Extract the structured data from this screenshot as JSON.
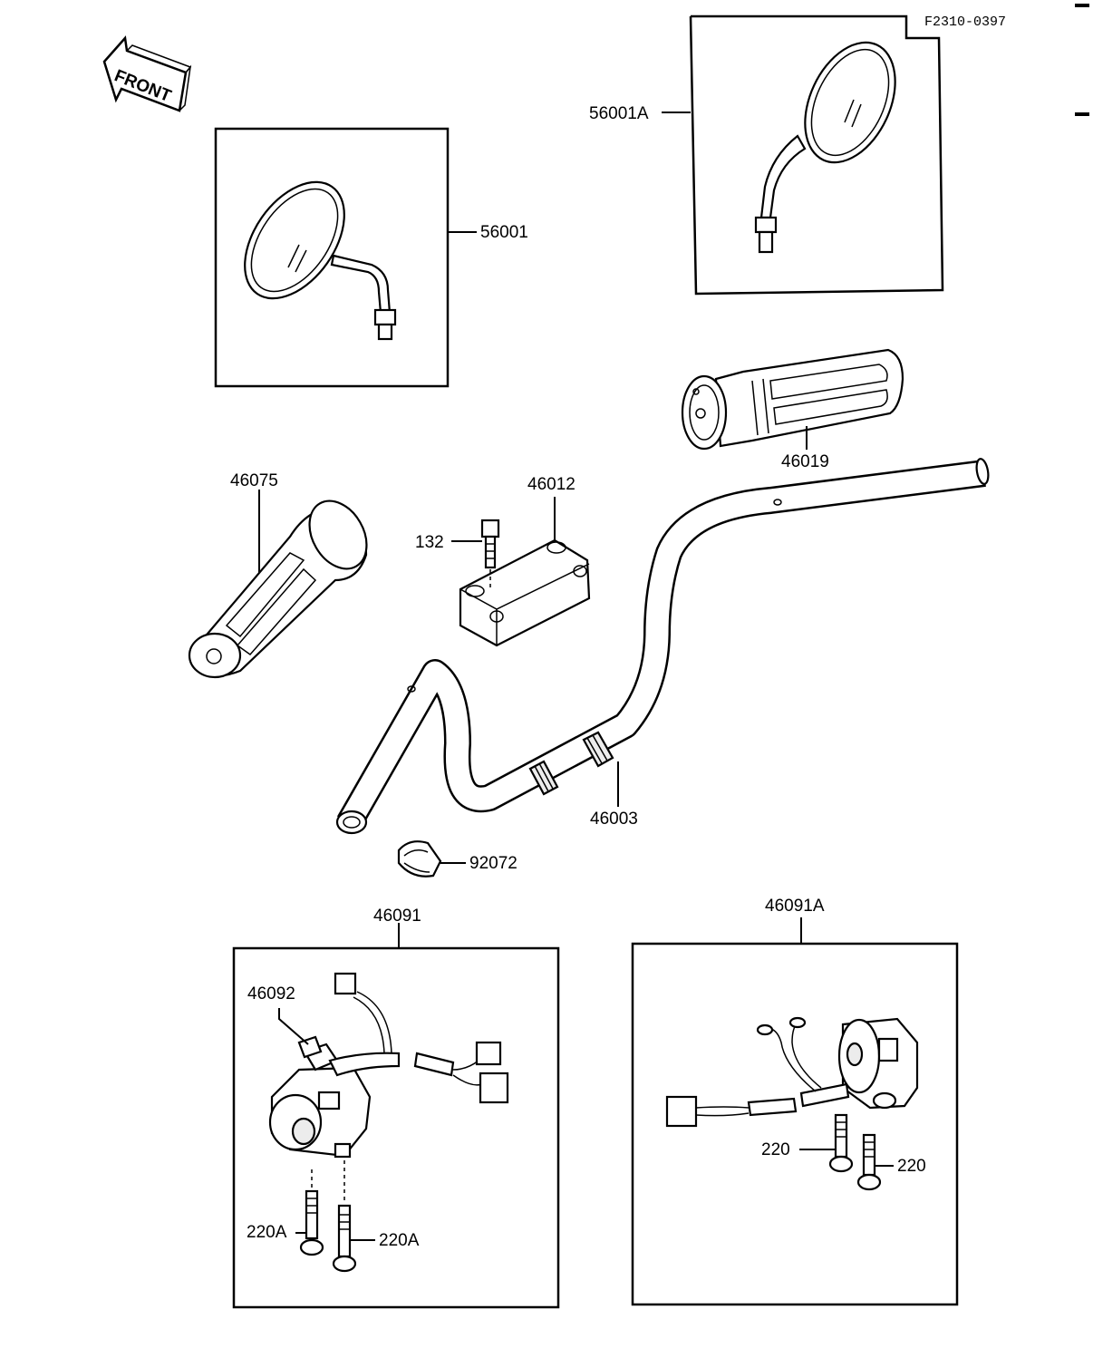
{
  "drawing_code": "F2310-0397",
  "front_label": "FRONT",
  "callouts": {
    "mirror_left": "56001",
    "mirror_right": "56001A",
    "grip_right": "46019",
    "grip_left": "46075",
    "holder": "46012",
    "bolt": "132",
    "handlebar": "46003",
    "clamp": "92072",
    "switch_left": "46091",
    "switch_left_sub": "46092",
    "screw_left_a": "220A",
    "screw_left_b": "220A",
    "switch_right": "46091A",
    "screw_right_a": "220",
    "screw_right_b": "220"
  }
}
